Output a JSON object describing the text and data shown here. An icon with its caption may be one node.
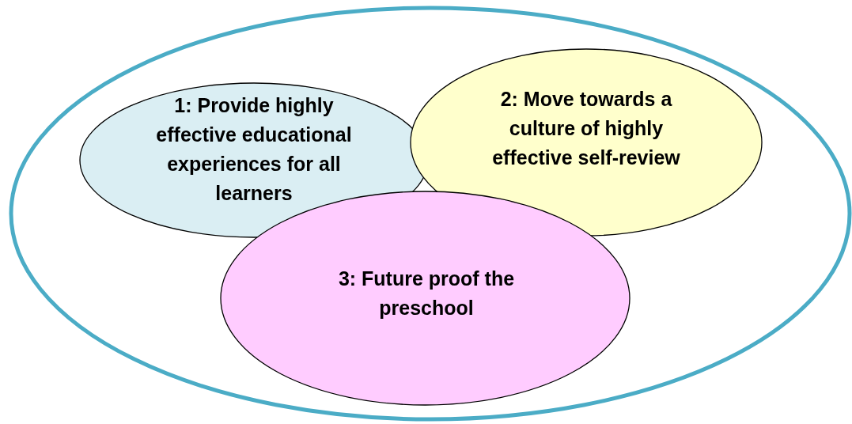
{
  "diagram": {
    "nodes": [
      {
        "text": [],
        "shape": "ellipse"
      },
      {
        "text": [
          "1: Provide highly effective educational experiences for all learners"
        ],
        "in": 0
      },
      {
        "text": [
          "2: Move towards a culture of highly effective self-review"
        ],
        "in": 0
      },
      {
        "text": [
          "3: Future proof the preschool"
        ],
        "in": 0
      }
    ]
  }
}
